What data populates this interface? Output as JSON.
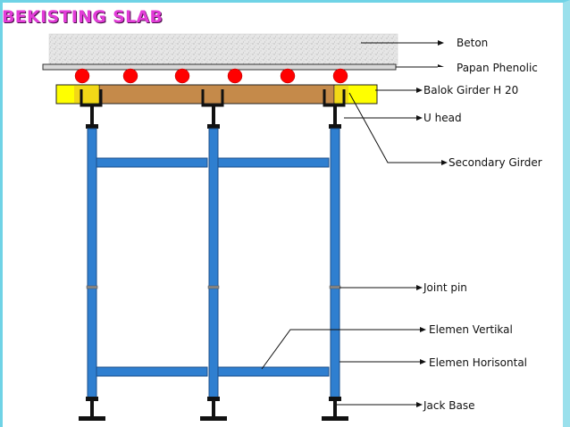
{
  "title": "BEKISTING SLAB",
  "labels": {
    "beton": "Beton",
    "papan_phenolic": "Papan Phenolic",
    "balok_girder": "Balok Girder H 20",
    "u_head": "U head",
    "secondary_girder": "Secondary Girder",
    "joint_pin": "Joint pin",
    "elemen_vertikal": "Elemen Vertikal",
    "elemen_horisontal": "Elemen Horisontal",
    "jack_base": "Jack Base"
  },
  "colors": {
    "title": "#e23cd8",
    "frame": "#6fd3e6",
    "concrete": "#e8e8e8",
    "phenolic": "#d8d8d8",
    "girder_wood": "#c58a4a",
    "girder_end": "#ffff00",
    "rebar": "#ff0000",
    "scaffold": "#2f7fd0",
    "steel": "#111111"
  }
}
